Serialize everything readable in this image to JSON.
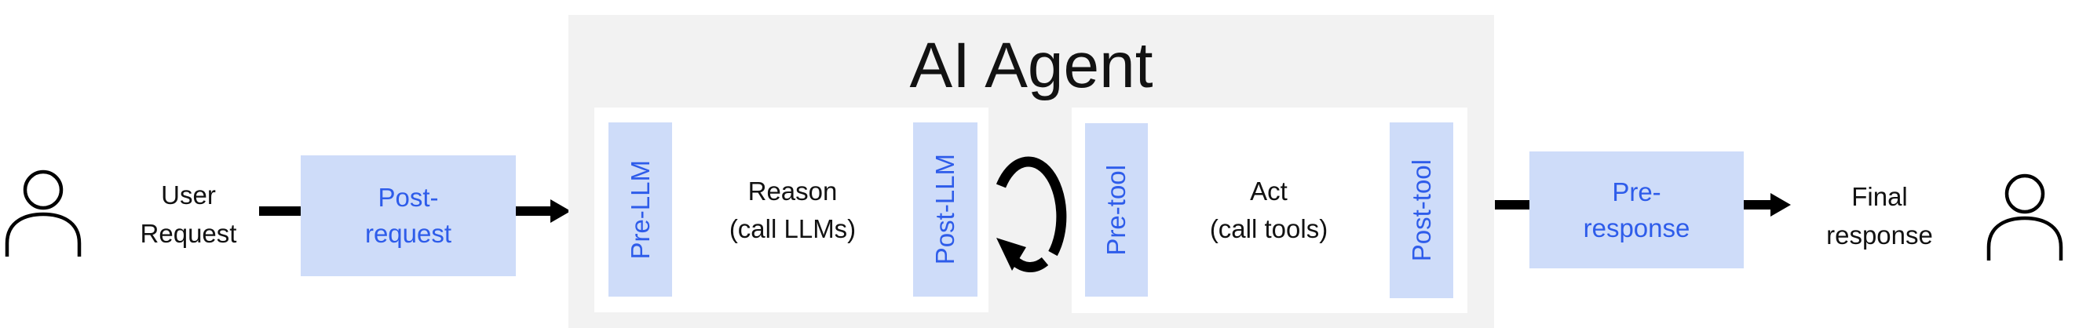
{
  "colors": {
    "accent_blue": "#2e5cea",
    "hook_fill": "#cedcf9",
    "agent_bg": "#f2f2f2",
    "arrow_black": "#000000",
    "text_black": "#121212"
  },
  "left": {
    "person_icon": "person-icon",
    "user_label": {
      "line1": "User",
      "line2": "Request"
    }
  },
  "hooks": {
    "post_request": {
      "line1": "Post-",
      "line2": "request"
    },
    "pre_response": {
      "line1": "Pre-",
      "line2": "response"
    },
    "pre_llm": "Pre-LLM",
    "post_llm": "Post-LLM",
    "pre_tool": "Pre-tool",
    "post_tool": "Post-tool"
  },
  "agent": {
    "title": "AI Agent",
    "loop_icon": "cycle-arrows-icon",
    "reason": {
      "line1": "Reason",
      "line2": "(call LLMs)"
    },
    "act": {
      "line1": "Act",
      "line2": "(call tools)"
    }
  },
  "right": {
    "final_label": {
      "line1": "Final",
      "line2": "response"
    },
    "person_icon": "person-icon"
  }
}
